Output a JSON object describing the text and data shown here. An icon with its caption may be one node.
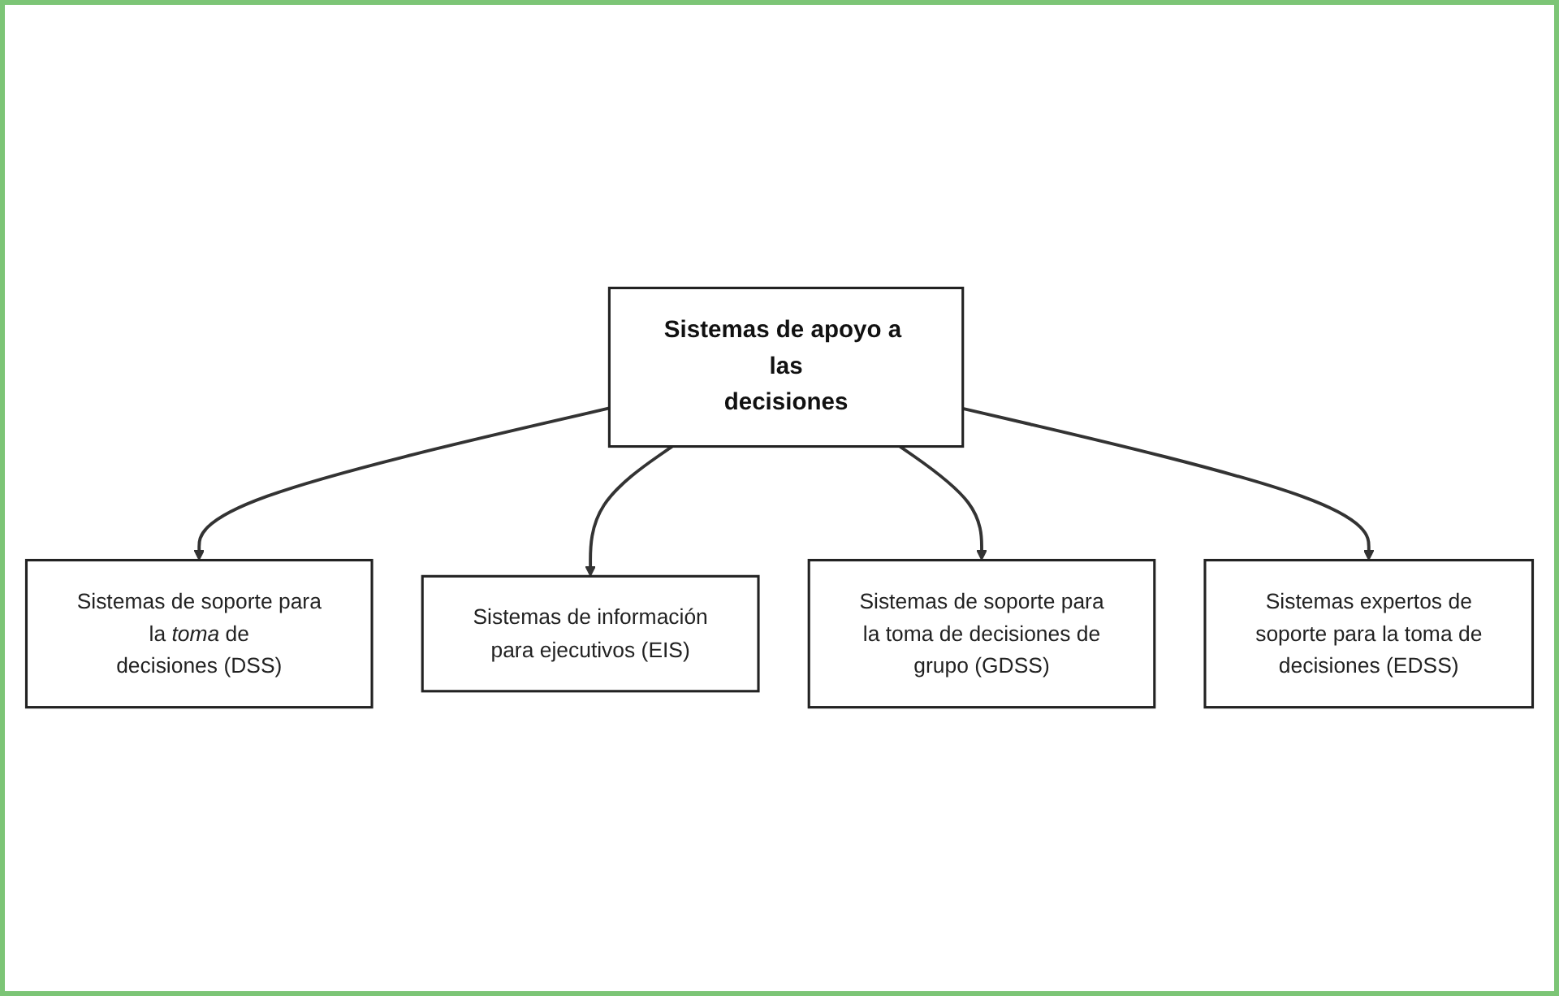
{
  "diagram": {
    "nodes": [
      {
        "text": [
          "Sistemas de soporte para la *toma* de decisiones (DSS)"
        ]
      },
      {
        "text": [
          "Sistemas de información para ejecutivos (EIS)"
        ]
      },
      {
        "text": [
          "Sistemas de apoyo a las decisiones"
        ]
      },
      {
        "text": [
          "Sistemas de soporte para la toma de decisiones de grupo (GDSS)"
        ]
      },
      {
        "text": [
          "Sistemas expertos de soporte para la toma de decisiones (EDSS)"
        ]
      }
    ],
    "edges": [
      {
        "from": 2,
        "to": 0,
        "arrow": "to"
      },
      {
        "from": 2,
        "to": 1,
        "arrow": "to"
      },
      {
        "from": 2,
        "to": 3,
        "arrow": "to"
      },
      {
        "from": 2,
        "to": 4,
        "arrow": "to"
      }
    ]
  }
}
